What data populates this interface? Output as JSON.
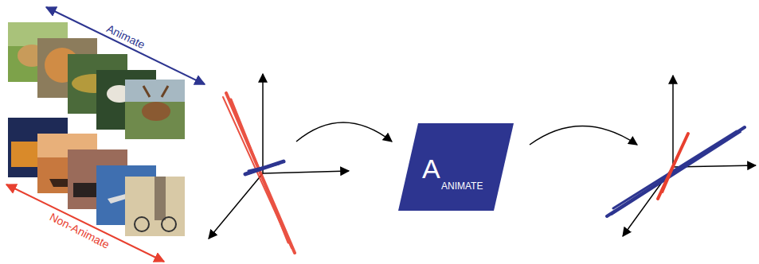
{
  "diagram": {
    "nodes": [
      {
        "text": [
          "A",
          "ANIMATE"
        ]
      }
    ],
    "labels": [
      "Animate",
      "Non-Animate"
    ]
  }
}
